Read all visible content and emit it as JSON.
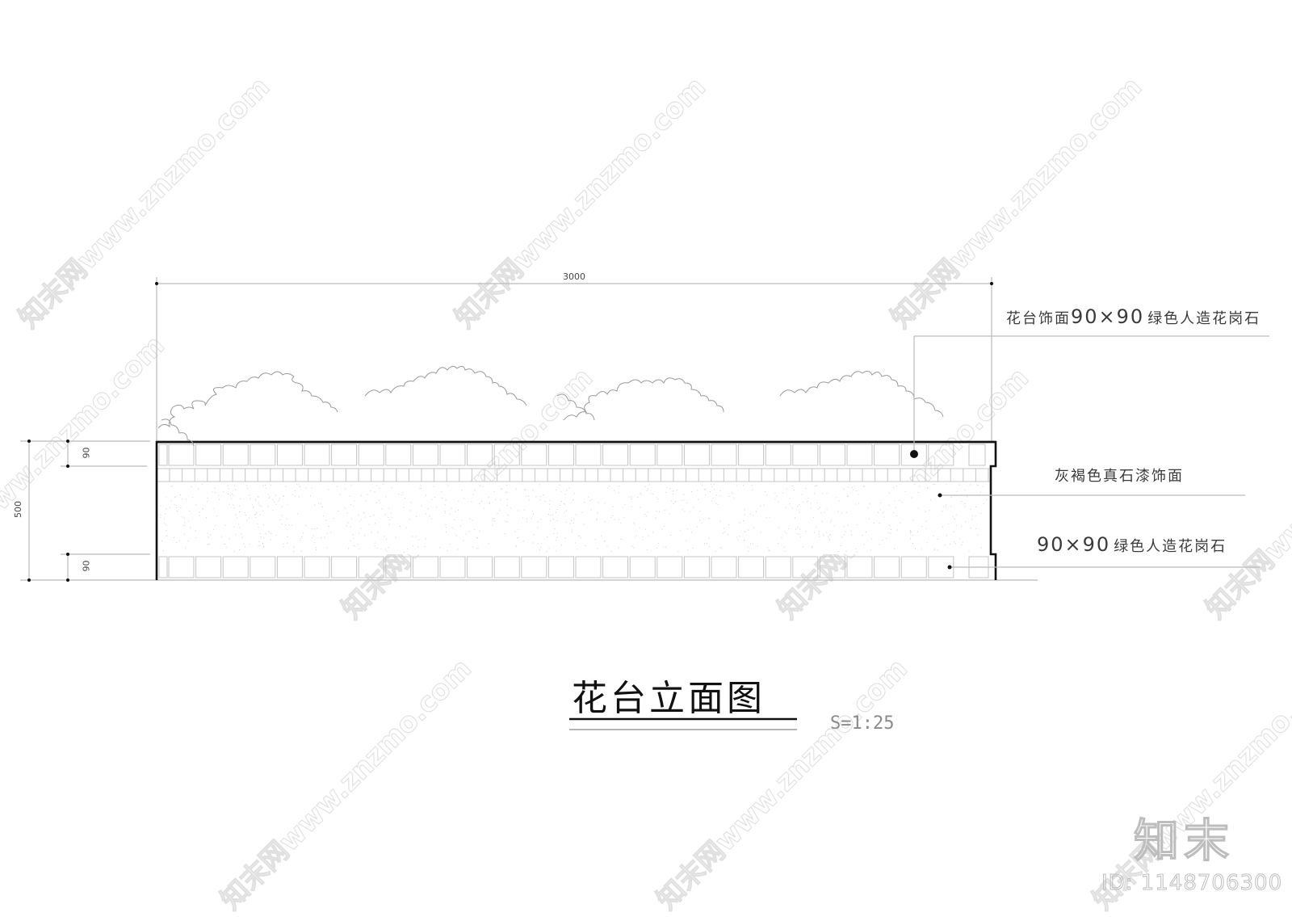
{
  "drawing": {
    "title": "花台立面图",
    "scale": "S=1:25",
    "overall_width_dim": "3000",
    "overall_height_dim": "500",
    "top_band_dim": "90",
    "bottom_band_dim": "90"
  },
  "annotations": [
    {
      "id": "cap",
      "prefix": "花台饰面",
      "size": "90×90",
      "suffix": "绿色人造花岗石"
    },
    {
      "id": "body",
      "text": "灰褐色真石漆饰面"
    },
    {
      "id": "base",
      "size": "90×90",
      "suffix": "绿色人造花岗石"
    }
  ],
  "watermark": {
    "brand": "知末",
    "id_label": "ID: 1148706300",
    "diagonal_text": "知末网www.znzmo.com"
  },
  "colors": {
    "line_dark": "#111111",
    "line_gray": "#bbbbbb",
    "text": "#333333",
    "watermark": "#d8d8d8"
  }
}
